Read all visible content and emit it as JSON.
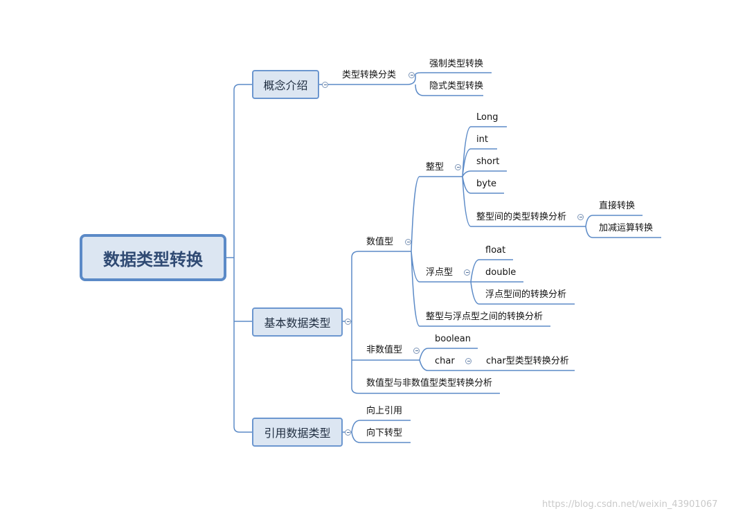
{
  "root": "数据类型转换",
  "nodes": {
    "gainian": "概念介绍",
    "leixing_fenlei": "类型转换分类",
    "qiangzhi": "强制类型转换",
    "yinshi": "隐式类型转换",
    "jiben": "基本数据类型",
    "shuzhi": "数值型",
    "zhengxing": "整型",
    "long": "Long",
    "int": "int",
    "short": "short",
    "byte": "byte",
    "zhengxing_fenxi": "整型间的类型转换分析",
    "zhijie": "直接转换",
    "jiajian": "加减运算转换",
    "fudian": "浮点型",
    "float": "float",
    "double": "double",
    "fudian_fenxi": "浮点型间的转换分析",
    "zheng_fu": "整型与浮点型之间的转换分析",
    "feishuzhi": "非数值型",
    "boolean": "boolean",
    "char": "char",
    "char_fenxi": "char型类型转换分析",
    "shuzhi_feishuzhi": "数值型与非数值型类型转换分析",
    "yinyong": "引用数据类型",
    "xiangshang": "向上引用",
    "xiangxia": "向下转型"
  },
  "watermark": "https://blog.csdn.net/weixin_43901067",
  "colors": {
    "line": "#5b8ac7",
    "box_fill": "#dce6f2",
    "box_border": "#6b96cf"
  }
}
